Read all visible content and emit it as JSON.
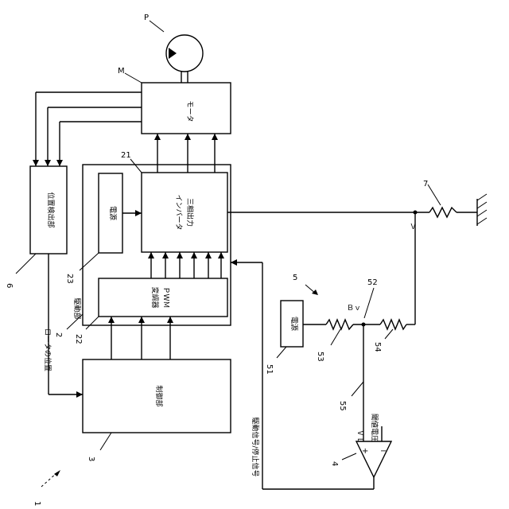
{
  "refs": {
    "system": "1",
    "drive_unit": "2",
    "control_unit": "3",
    "comparator": "4",
    "detection_circuit": "5",
    "position_detector": "6",
    "ground_resistor": "7",
    "inverter": "21",
    "pwm_modulator": "22",
    "drive_power": "23",
    "detect_power": "51",
    "node": "52",
    "resistor_53": "53",
    "resistor_54": "54",
    "line_55": "55",
    "motor": "M",
    "pump": "P"
  },
  "blocks": {
    "motor": "モータ",
    "inverter_line1": "三相出力",
    "inverter_line2": "インバータ",
    "drive_power": "電源",
    "pwm_line1": "ＰＷＭ",
    "pwm_line2": "変調器",
    "drive_unit": "駆動部",
    "control_unit": "制御部",
    "position_detector": "位置検出部",
    "detect_power": "電源"
  },
  "signals": {
    "rotor_position": "ロータの位置",
    "drive_stop_signal": "駆動信号/停止信号",
    "threshold_voltage": "閾値電圧",
    "v_label": "Ｖ",
    "vb_label": "Ｂｖ",
    "vl_label": "ＶＬ",
    "plus": "+",
    "minus": "−"
  }
}
